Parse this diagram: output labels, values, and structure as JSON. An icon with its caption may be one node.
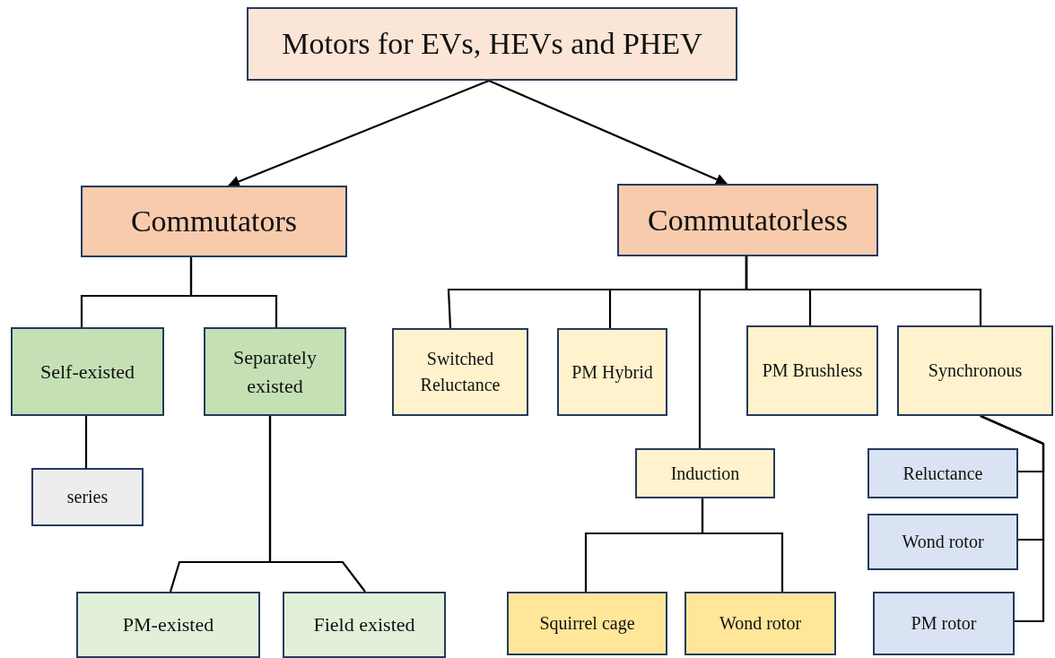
{
  "diagram": {
    "nodes": [
      {
        "text": [
          "Motors for EVs, HEVs and PHEV"
        ]
      },
      {
        "text": [
          "Commutators"
        ]
      },
      {
        "text": [
          "Commutatorless"
        ]
      },
      {
        "text": [
          "Self-existed"
        ]
      },
      {
        "text": [
          "Separately existed"
        ]
      },
      {
        "text": [
          "series"
        ]
      },
      {
        "text": [
          "PM-existed"
        ]
      },
      {
        "text": [
          "Field existed"
        ]
      },
      {
        "text": [
          "Switched Reluctance"
        ]
      },
      {
        "text": [
          "PM Hybrid"
        ]
      },
      {
        "text": [
          "PM Brushless"
        ]
      },
      {
        "text": [
          "Synchronous"
        ]
      },
      {
        "text": [
          "Induction"
        ]
      },
      {
        "text": [
          "Squirrel cage"
        ]
      },
      {
        "text": [
          "Wond rotor"
        ]
      },
      {
        "text": [
          "Reluctance"
        ]
      },
      {
        "text": [
          "Wond rotor"
        ]
      },
      {
        "text": [
          "PM rotor"
        ]
      }
    ],
    "edges": [
      {
        "from": 0,
        "to": 1,
        "arrow": "to"
      },
      {
        "from": 0,
        "to": 2,
        "arrow": "to"
      },
      {
        "from": 1,
        "to": 3,
        "arrow": "none"
      },
      {
        "from": 1,
        "to": 4,
        "arrow": "none"
      },
      {
        "from": 3,
        "to": 5,
        "arrow": "none"
      },
      {
        "from": 4,
        "to": 6,
        "arrow": "none"
      },
      {
        "from": 4,
        "to": 7,
        "arrow": "none"
      },
      {
        "from": 2,
        "to": 8,
        "arrow": "none"
      },
      {
        "from": 2,
        "to": 9,
        "arrow": "none"
      },
      {
        "from": 2,
        "to": 10,
        "arrow": "none"
      },
      {
        "from": 2,
        "to": 11,
        "arrow": "none"
      },
      {
        "from": 2,
        "to": 12,
        "arrow": "none"
      },
      {
        "from": 12,
        "to": 13,
        "arrow": "none"
      },
      {
        "from": 12,
        "to": 14,
        "arrow": "none"
      },
      {
        "from": 11,
        "to": 15,
        "arrow": "none"
      },
      {
        "from": 11,
        "to": 16,
        "arrow": "none"
      },
      {
        "from": 11,
        "to": 17,
        "arrow": "none"
      }
    ]
  }
}
